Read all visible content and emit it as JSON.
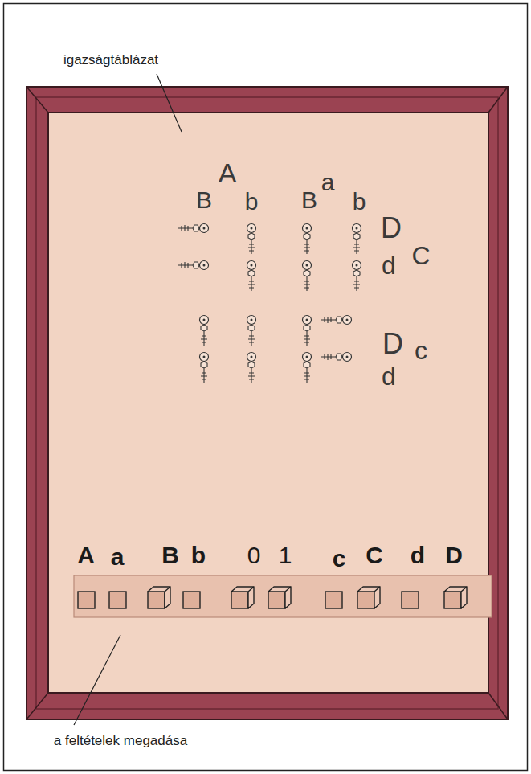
{
  "diagram": {
    "labels": [
      "igazságtáblázat",
      "A",
      "a",
      "B",
      "b",
      "B",
      "b",
      "D",
      "C",
      "d",
      "D",
      "c",
      "d",
      "A",
      "a",
      "B",
      "b",
      "0",
      "1",
      "c",
      "C",
      "d",
      "D",
      "a feltételek megadása"
    ]
  }
}
